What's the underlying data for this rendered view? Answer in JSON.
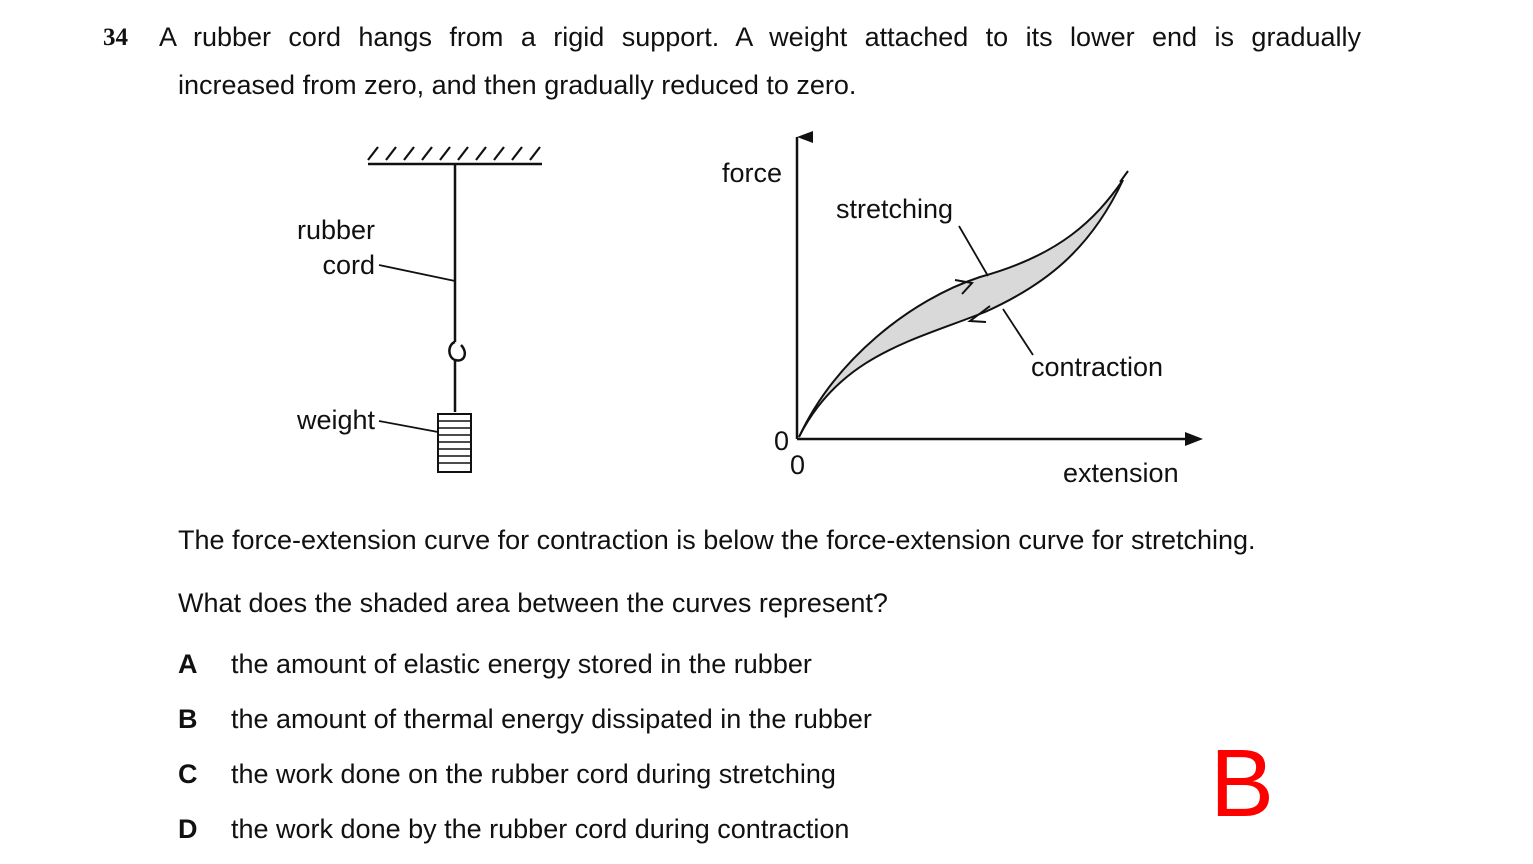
{
  "question": {
    "number": "34",
    "line1": "A rubber cord hangs from a rigid support. A weight attached to its lower end is gradually",
    "line2": "increased from zero, and then gradually reduced to zero."
  },
  "diagram": {
    "cord_label_1": "rubber",
    "cord_label_2": "cord",
    "weight_label": "weight"
  },
  "chart_data": {
    "type": "line",
    "title": "",
    "xlabel": "extension",
    "ylabel": "force",
    "x_origin_label": "0",
    "y_origin_label": "0",
    "annotations": [
      "stretching",
      "contraction"
    ],
    "shaded_region": "area between stretching and contraction curves (hysteresis loop)",
    "series": [
      {
        "name": "stretching",
        "direction": "increasing"
      },
      {
        "name": "contraction",
        "direction": "decreasing"
      }
    ]
  },
  "statement": "The force-extension curve for contraction is below the force-extension curve for stretching.",
  "prompt": "What does the shaded area between the curves represent?",
  "options": [
    {
      "letter": "A",
      "text": "the amount of elastic energy stored in the rubber"
    },
    {
      "letter": "B",
      "text": "the amount of thermal energy dissipated in the rubber"
    },
    {
      "letter": "C",
      "text": "the work done on the rubber cord during stretching"
    },
    {
      "letter": "D",
      "text": "the work done by the rubber cord during contraction"
    }
  ],
  "answer": "B",
  "colors": {
    "answer": "#ff0000",
    "shading": "#d9d9d9",
    "ink": "#111111"
  }
}
